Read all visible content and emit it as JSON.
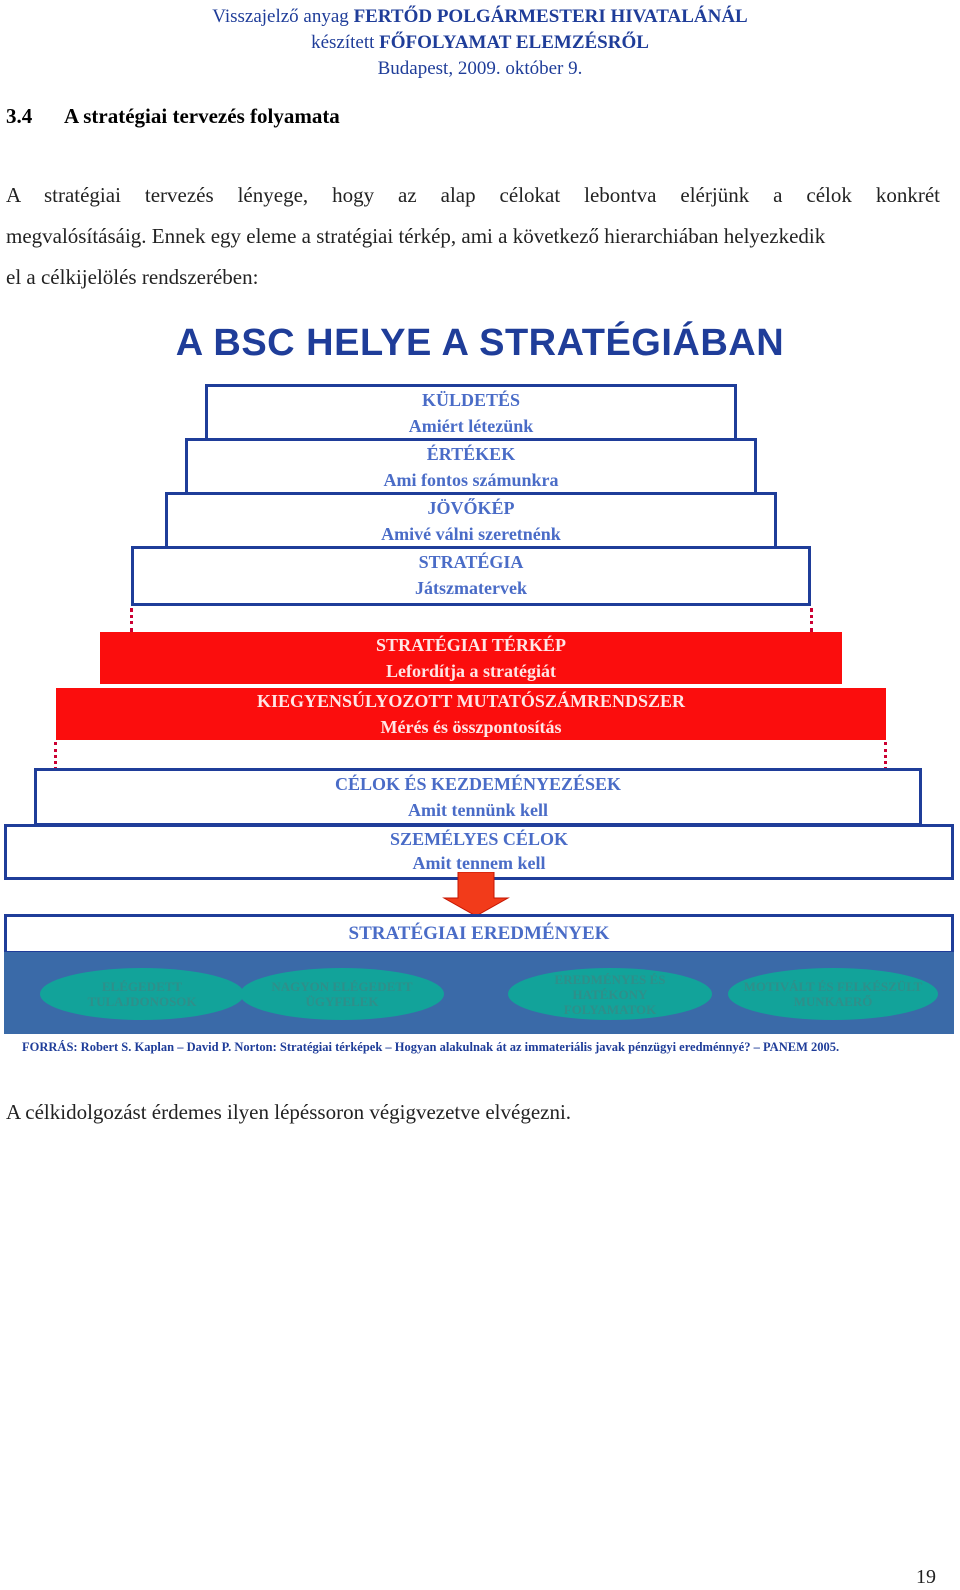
{
  "header": {
    "line1_prefix": "Visszajelző anyag ",
    "line1_strong": "FERTŐD POLGÁRMESTERI HIVATALÁNÁL",
    "line2_prefix": "készített ",
    "line2_strong": "FŐFOLYAMAT ELEMZÉSRŐL",
    "line3": "Budapest, 2009. október 9."
  },
  "section": {
    "number": "3.4",
    "title": "A stratégiai tervezés folyamata"
  },
  "intro": {
    "line1": "A stratégiai tervezés lényege, hogy az alap célokat lebontva elérjünk a célok konkrét",
    "line2": "megvalósításáig. Ennek egy eleme a stratégiai térkép, ami a következő hierarchiában helyezkedik",
    "line3": "el a célkijelölés rendszerében:"
  },
  "diagram": {
    "title": "A BSC HELYE A STRATÉGIÁBAN",
    "levels": [
      {
        "title": "KÜLDETÉS",
        "subtitle": "Amiért létezünk"
      },
      {
        "title": "ÉRTÉKEK",
        "subtitle": "Ami fontos számunkra"
      },
      {
        "title": "JÖVŐKÉP",
        "subtitle": "Amivé válni szeretnénk"
      },
      {
        "title": "STRATÉGIA",
        "subtitle": "Játszmatervek"
      },
      {
        "title": "STRATÉGIAI TÉRKÉP",
        "subtitle": "Lefordítja a stratégiát"
      },
      {
        "title": "KIEGYENSÚLYOZOTT MUTATÓSZÁMRENDSZER",
        "subtitle": "Mérés és összpontosítás"
      },
      {
        "title": "CÉLOK ÉS KEZDEMÉNYEZÉSEK",
        "subtitle": "Amit tennünk kell"
      },
      {
        "title": "SZEMÉLYES CÉLOK",
        "subtitle": "Amit tennem kell"
      }
    ],
    "result": "STRATÉGIAI EREDMÉNYEK",
    "outcomes": [
      {
        "line1": "ELÉGEDETT",
        "line2": "TULAJDONOSOK",
        "line3": ""
      },
      {
        "line1": "NAGYON ELÉGEDETT",
        "line2": "ÜGYFELEK",
        "line3": ""
      },
      {
        "line1": "EREDMÉNYES ÉS",
        "line2": "HATÉKONY",
        "line3": "FOLYAMATOK"
      },
      {
        "line1": "MOTIVÁLT ÉS FELKÉSZÜLT",
        "line2": "MUNKAERŐ",
        "line3": ""
      }
    ],
    "source": "FORRÁS: Robert S. Kaplan – David P. Norton: Stratégiai térképek – Hogyan alakulnak át az immateriális javak pénzügyi eredménnyé? – PANEM 2005.",
    "colors": {
      "blue": "#1f3d99",
      "red": "#fb0d0d",
      "band": "#3a6aa8",
      "oval": "#12a39a"
    }
  },
  "closing": "A célkidolgozást érdemes ilyen lépéssoron végigvezetve elvégezni.",
  "page_number": "19"
}
